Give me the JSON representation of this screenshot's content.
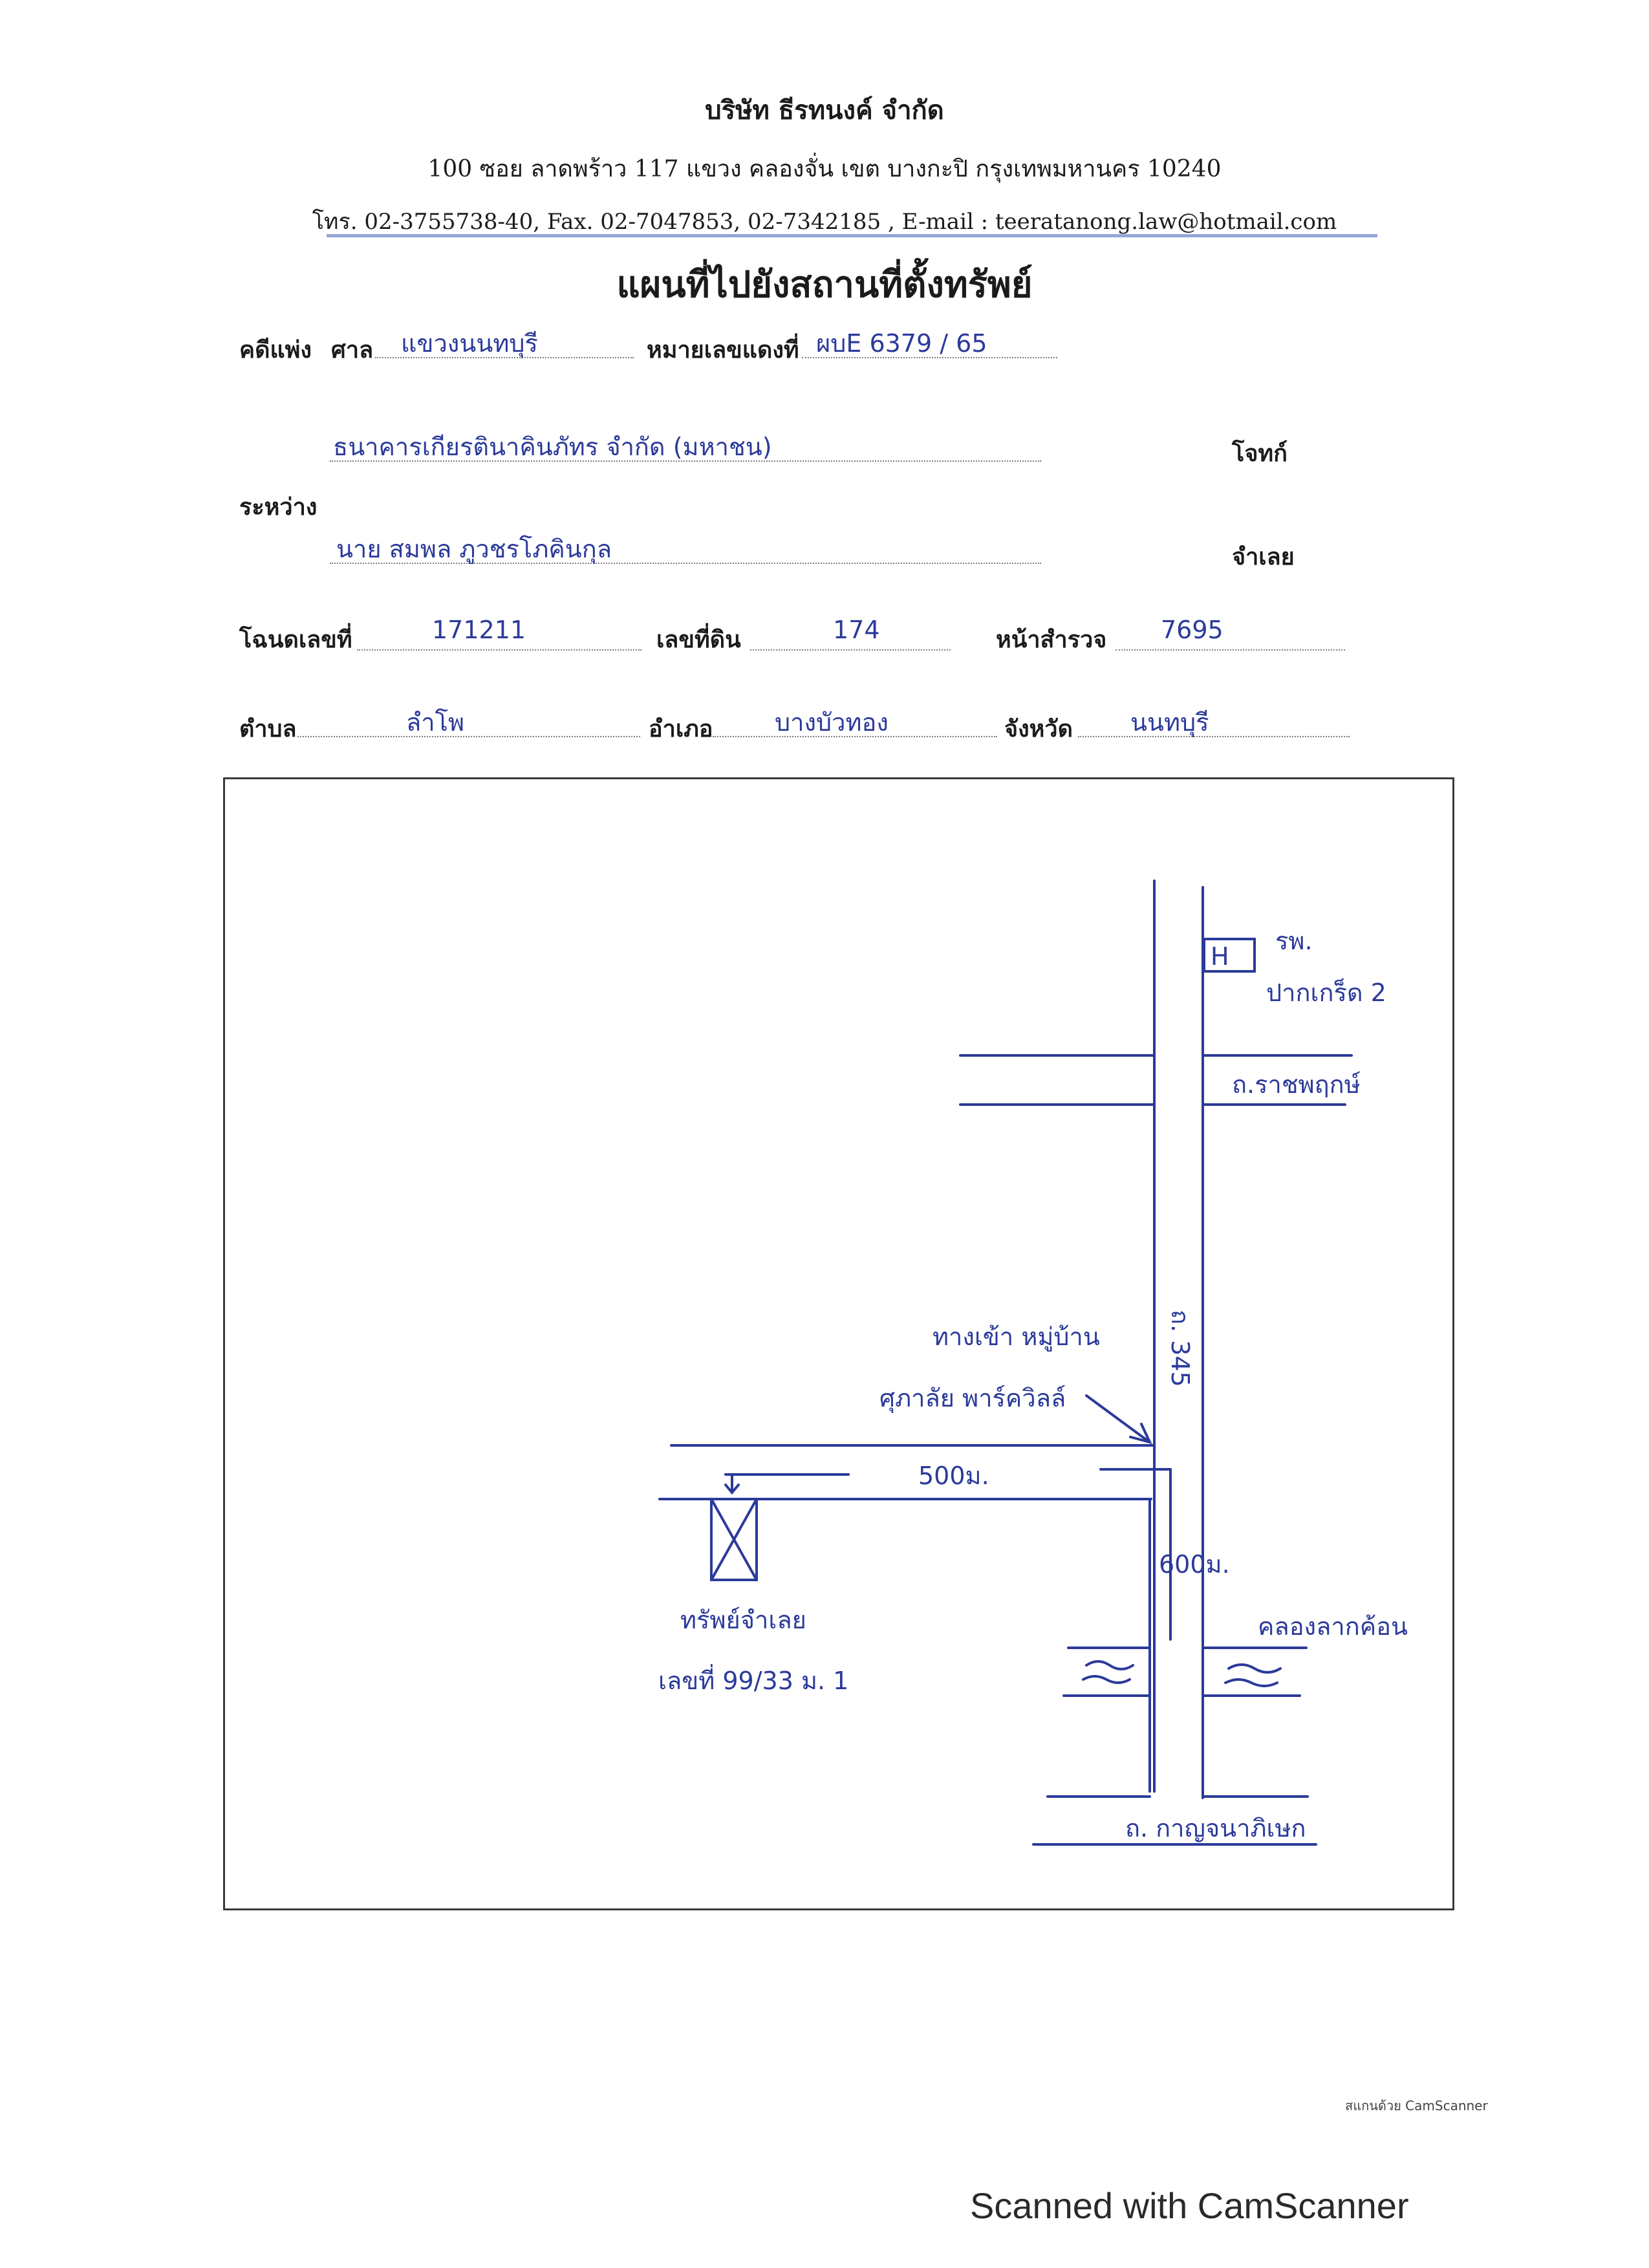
{
  "header": {
    "company": "บริษัท ธีรทนงค์ จำกัด",
    "address": "100 ซอย ลาดพร้าว 117 แขวง คลองจั่น เขต บางกะปิ กรุงเทพมหานคร 10240",
    "contact": "โทร. 02-3755738-40, Fax. 02-7047853, 02-7342185 , E-mail : teeratanong.law@hotmail.com"
  },
  "title": "แผนที่ไปยังสถานที่ตั้งทรัพย์",
  "form": {
    "case_label": "คดีแพ่ง",
    "court_label": "ศาล",
    "court_value": "แขวงนนทบุรี",
    "red_no_label": "หมายเลขแดงที่",
    "red_no_value": "ผบE 6379 / 65",
    "plaintiff_value": "ธนาคารเกียรตินาคินภัทร จำกัด (มหาชน)",
    "plaintiff_label": "โจทก์",
    "between_label": "ระหว่าง",
    "defendant_value": "นาย สมพล ภูวชรโภคินกุล",
    "defendant_label": "จำเลย",
    "deed_label": "โฉนดเลขที่",
    "deed_value": "171211",
    "land_no_label": "เลขที่ดิน",
    "land_no_value": "174",
    "survey_label": "หน้าสำรวจ",
    "survey_value": "7695",
    "subdistrict_label": "ตำบล",
    "subdistrict_value": "ลำโพ",
    "district_label": "อำเภอ",
    "district_value": "บางบัวทอง",
    "province_label": "จังหวัด",
    "province_value": "นนทบุรี"
  },
  "map": {
    "hospital_symbol": "H",
    "hospital_label_1": "รพ.",
    "hospital_label_2": "ปากเกร็ด 2",
    "road_top": "ถ.ราชพฤกษ์",
    "main_road": "ถ. 345",
    "village_label_1": "ทางเข้า หมู่บ้าน",
    "village_label_2": "ศุภาลัย พาร์ควิลล์",
    "distance_1": "500ม.",
    "distance_2": "600ม.",
    "canal": "คลองลากค้อน",
    "property_label_1": "ทรัพย์จำเลย",
    "property_label_2": "เลขที่ 99/33 ม. 1",
    "road_bottom": "ถ. กาญจนาภิเษก"
  },
  "footer": {
    "scanner_small": "สแกนด้วย CamScanner",
    "scanner_big": "Scanned with CamScanner"
  },
  "colors": {
    "ink": "#2b3a9a",
    "print": "#1b1b1b"
  }
}
